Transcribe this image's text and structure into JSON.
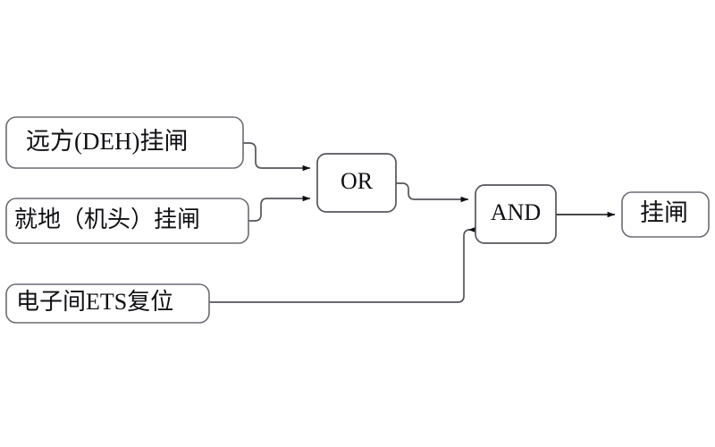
{
  "diagram": {
    "type": "logic-block-diagram",
    "background_color": "#ffffff",
    "stroke_color": "#55555c",
    "text_color": "#101014",
    "inputs": [
      {
        "id": "input-1",
        "label": "远方(DEH)挂闸"
      },
      {
        "id": "input-2",
        "label": "就地（机头）挂闸"
      },
      {
        "id": "input-3",
        "label": "电子间ETS复位"
      }
    ],
    "gates": [
      {
        "id": "gate-or",
        "label": "OR"
      },
      {
        "id": "gate-and",
        "label": "AND"
      }
    ],
    "outputs": [
      {
        "id": "output-1",
        "label": "挂闸"
      }
    ],
    "connections": [
      {
        "from": "input-1",
        "to": "gate-or"
      },
      {
        "from": "input-2",
        "to": "gate-or"
      },
      {
        "from": "gate-or",
        "to": "gate-and"
      },
      {
        "from": "input-3",
        "to": "gate-and"
      },
      {
        "from": "gate-and",
        "to": "output-1"
      }
    ]
  }
}
